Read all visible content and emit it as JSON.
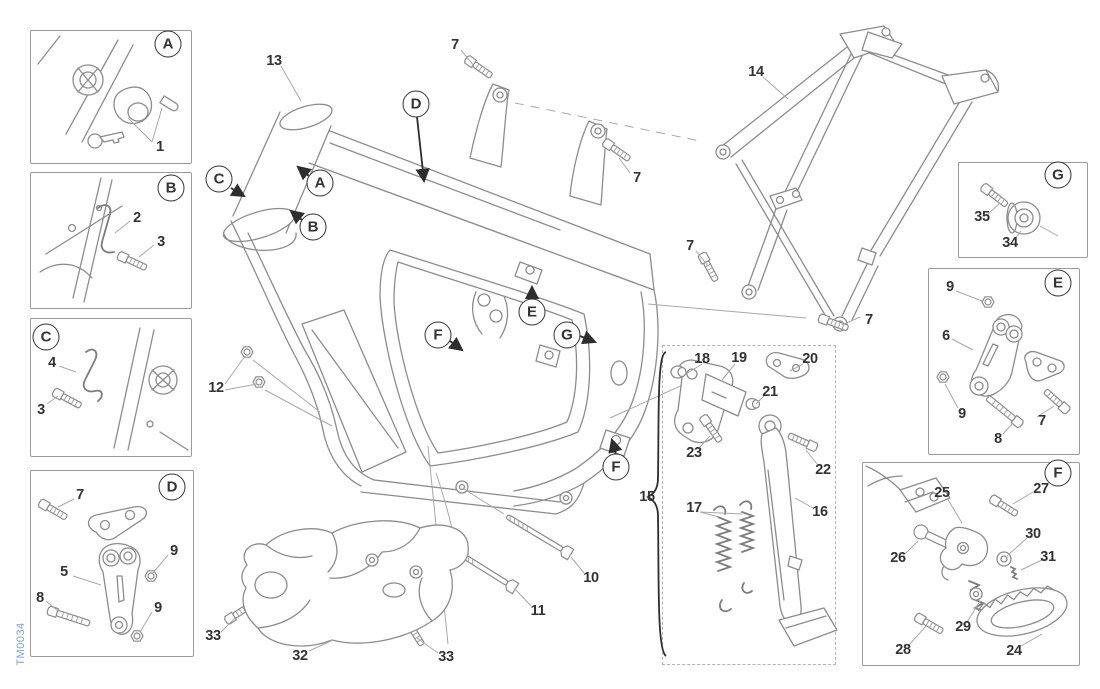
{
  "figure": {
    "code": "TM0034"
  },
  "palette": {
    "line_gray": "#8c8c8c",
    "label_dark": "#333333",
    "leader_gray": "#a8a8a8",
    "box_border": "#9b9b9b",
    "code_blue": "#7aa3d4",
    "background": "#ffffff"
  },
  "box_letters": [
    "A",
    "B",
    "C",
    "D",
    "G",
    "E",
    "F"
  ],
  "frame_letters": [
    "C",
    "A",
    "B",
    "D",
    "E",
    "G",
    "F",
    "F"
  ],
  "callouts": {
    "frame": [
      "13",
      "7",
      "7",
      "14",
      "7",
      "7",
      "12",
      "10",
      "11",
      "33",
      "32",
      "33"
    ],
    "sidestand": [
      "18",
      "19",
      "20",
      "21",
      "23",
      "22",
      "15",
      "17",
      "16"
    ],
    "box_a": [
      "1"
    ],
    "box_b": [
      "2",
      "3"
    ],
    "box_c": [
      "4",
      "3"
    ],
    "box_d": [
      "7",
      "9",
      "5",
      "8",
      "9"
    ],
    "box_g": [
      "35",
      "34"
    ],
    "box_e": [
      "9",
      "6",
      "9",
      "8",
      "7"
    ],
    "box_f": [
      "25",
      "27",
      "26",
      "30",
      "31",
      "29",
      "28",
      "24"
    ]
  }
}
